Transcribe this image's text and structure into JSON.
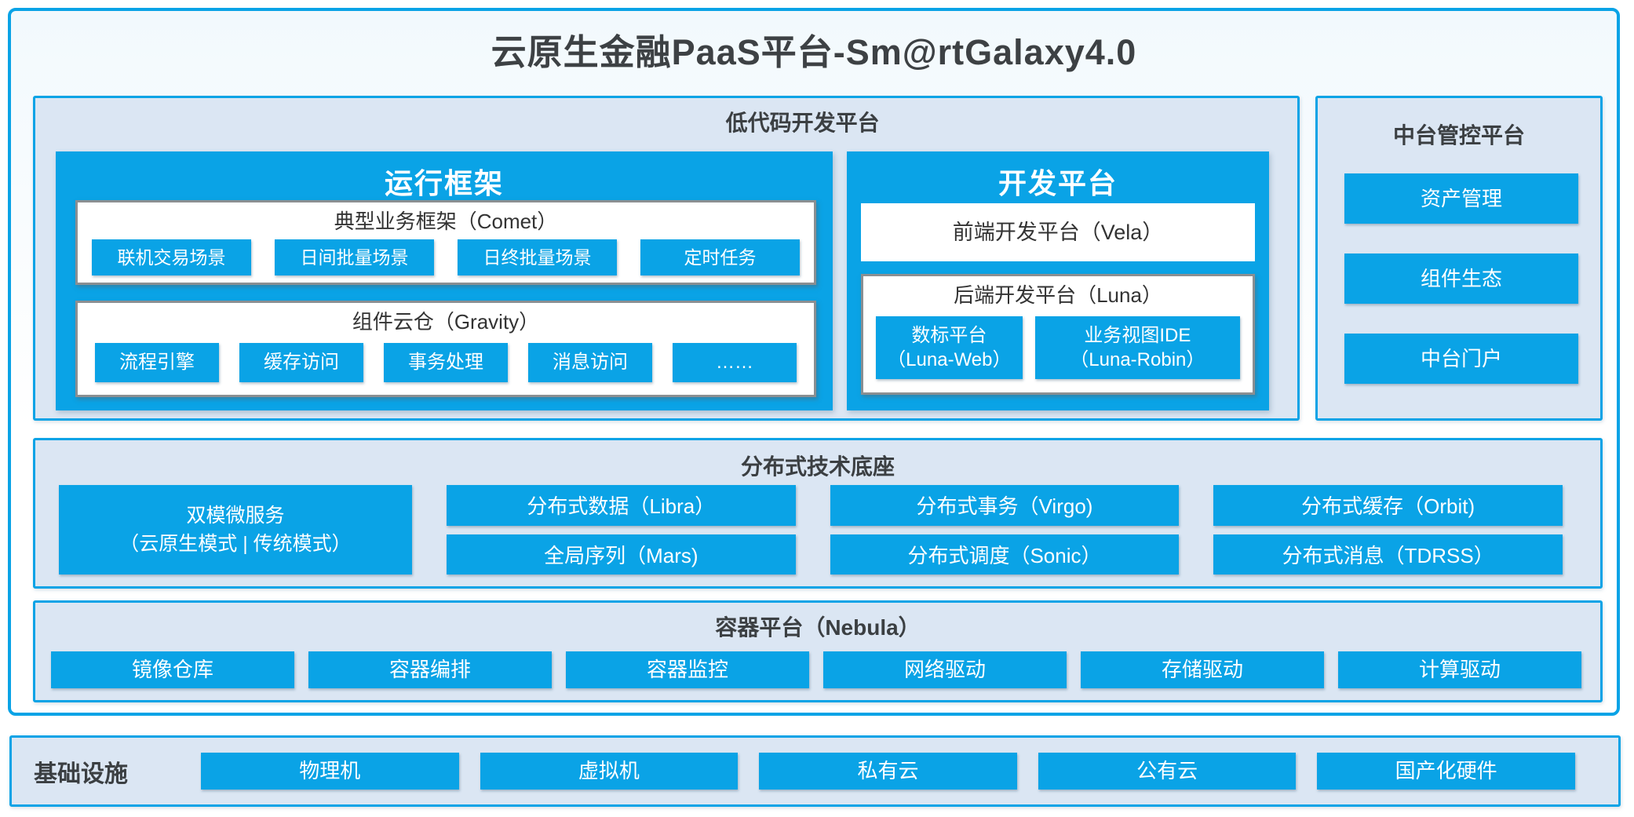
{
  "page_title": "云原生金融PaaS平台-Sm@rtGalaxy4.0",
  "colors": {
    "accent": "#0aa3e6",
    "section_bg": "#dbe6f3",
    "box_border_gray": "#8b8f92",
    "dark_text": "#3b4043",
    "button_text": "#ffffff"
  },
  "low_code": {
    "title": "低代码开发平台",
    "runtime_frame": {
      "title": "运行框架",
      "comet": {
        "title": "典型业务框架（Comet）",
        "items": [
          "联机交易场景",
          "日间批量场景",
          "日终批量场景",
          "定时任务"
        ]
      },
      "gravity": {
        "title": "组件云仓（Gravity）",
        "items": [
          "流程引擎",
          "缓存访问",
          "事务处理",
          "消息访问",
          "……"
        ]
      }
    },
    "dev_platform": {
      "title": "开发平台",
      "vela": "前端开发平台（Vela）",
      "luna": {
        "title": "后端开发平台（Luna）",
        "items": [
          {
            "line1": "数标平台",
            "line2": "（Luna-Web）"
          },
          {
            "line1": "业务视图IDE",
            "line2": "（Luna-Robin）"
          }
        ]
      }
    }
  },
  "mid_platform": {
    "title": "中台管控平台",
    "items": [
      "资产管理",
      "组件生态",
      "中台门户"
    ]
  },
  "distributed_base": {
    "title": "分布式技术底座",
    "dual_mode": {
      "line1": "双模微服务",
      "line2": "（云原生模式 | 传统模式）"
    },
    "row1": [
      "分布式数据（Libra）",
      "分布式事务（Virgo)",
      "分布式缓存（Orbit)"
    ],
    "row2": [
      "全局序列（Mars)",
      "分布式调度（Sonic）",
      "分布式消息（TDRSS）"
    ]
  },
  "container_platform": {
    "title": "容器平台（Nebula）",
    "items": [
      "镜像仓库",
      "容器编排",
      "容器监控",
      "网络驱动",
      "存储驱动",
      "计算驱动"
    ]
  },
  "infrastructure": {
    "title": "基础设施",
    "items": [
      "物理机",
      "虚拟机",
      "私有云",
      "公有云",
      "国产化硬件"
    ]
  }
}
